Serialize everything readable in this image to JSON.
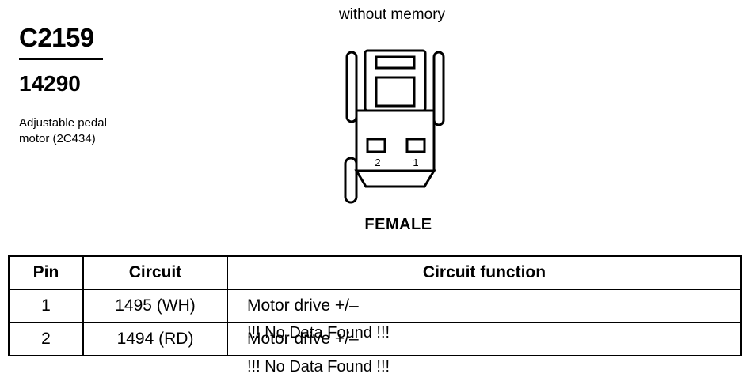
{
  "header": {
    "variant_label": "without memory",
    "connector_id": "C2159",
    "part_number": "14290",
    "description": "Adjustable pedal\nmotor (2C434)"
  },
  "connector": {
    "pin_labels": [
      "2",
      "1"
    ],
    "gender": "FEMALE"
  },
  "table": {
    "headers": [
      "Pin",
      "Circuit",
      "Circuit function"
    ],
    "rows": [
      {
        "pin": "1",
        "circuit": "1495 (WH)",
        "function": "Motor drive +/–"
      },
      {
        "pin": "2",
        "circuit": "1494 (RD)",
        "function": "Motor drive +/–"
      }
    ]
  },
  "notices": [
    "!!! No Data Found !!!",
    "!!! No Data Found !!!"
  ]
}
